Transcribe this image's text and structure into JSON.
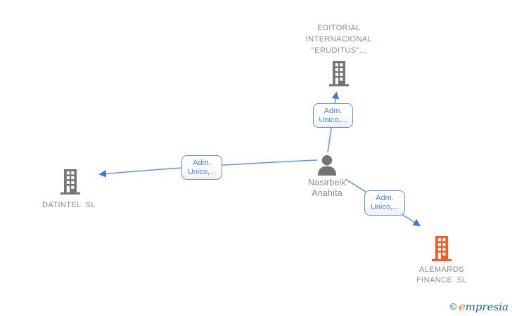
{
  "colors": {
    "edge_blue": "#5e93ee",
    "arrow_blue": "#3c78e0",
    "edge_label_text_blue": "#4285f4",
    "node_icon_gray": "#767676",
    "node_text_gray": "#8d8d8d",
    "highlight_orange": "#f75c28",
    "logo_teal": "#136b7c",
    "logo_orange": "#ef7d1e",
    "background": "#ffffff"
  },
  "nodes": {
    "editorial": {
      "type": "company",
      "icon": "building-icon",
      "icon_color": "#767676",
      "line1": "EDITORIAL",
      "line2": "INTERNACIONAL",
      "line3": "\"ERUDITUS\"..."
    },
    "person": {
      "type": "person",
      "icon": "person-icon",
      "icon_color": "#767676",
      "line1": "Nasirbeik",
      "line2": "Anahita"
    },
    "datintel": {
      "type": "company",
      "icon": "building-icon",
      "icon_color": "#767676",
      "line1": "DATINTEL SL"
    },
    "alemaros": {
      "type": "company",
      "icon": "building-icon",
      "icon_color": "#f75c28",
      "line1": "ALEMAROS",
      "line2": "FINANCE SL"
    }
  },
  "edges": [
    {
      "from": "person",
      "to": "editorial",
      "label_line1": "Adm.",
      "label_line2": "Unico,..."
    },
    {
      "from": "person",
      "to": "datintel",
      "label_line1": "Adm.",
      "label_line2": "Unico,..."
    },
    {
      "from": "person",
      "to": "alemaros",
      "label_line1": "Adm.",
      "label_line2": "Unico,..."
    }
  ],
  "footer": {
    "copyright": "©",
    "brand_initial": "e",
    "brand_rest": "mpresia"
  }
}
